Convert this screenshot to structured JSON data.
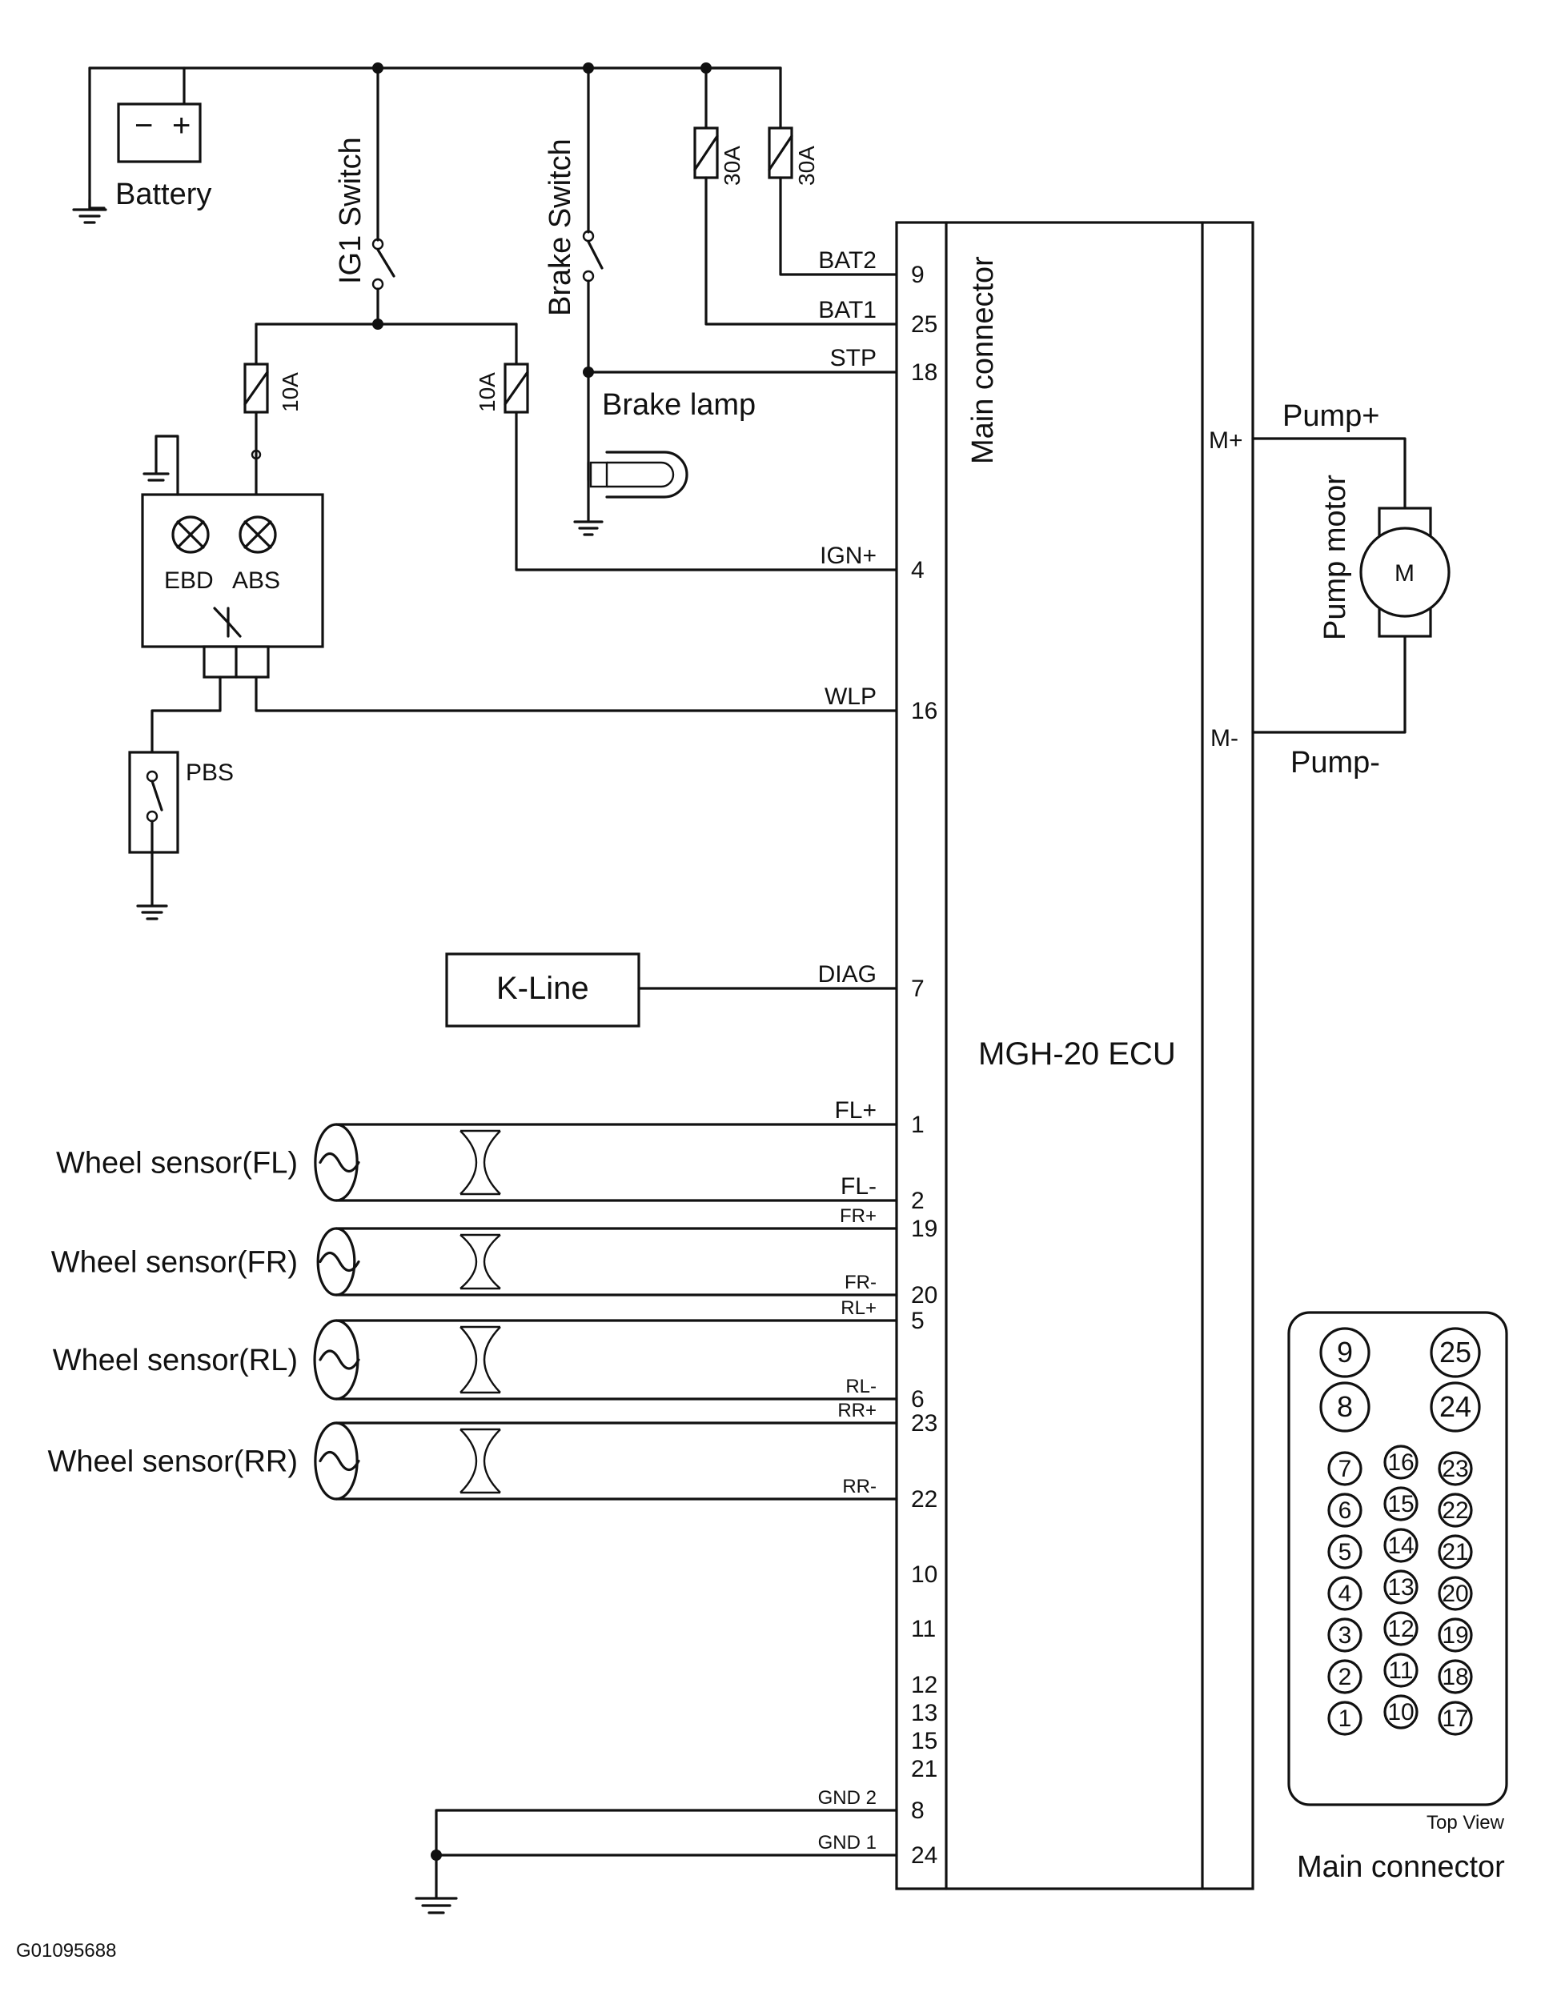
{
  "battery": {
    "label": "Battery",
    "minus": "−",
    "plus": "+"
  },
  "switches": {
    "ig1": "IG1 Switch",
    "brake": "Brake Switch"
  },
  "fuses": {
    "f1": "30A",
    "f2": "30A",
    "f3": "10A",
    "f4": "10A"
  },
  "brake_lamp": "Brake lamp",
  "cluster": {
    "ebd": "EBD",
    "abs": "ABS"
  },
  "pbs": "PBS",
  "kline": "K-Line",
  "ecu": {
    "title": "MGH-20  ECU",
    "connector_label": "Main connector",
    "m_plus": "M+",
    "m_minus": "M-"
  },
  "pump": {
    "plus": "Pump+",
    "minus": "Pump-",
    "motor_label": "Pump motor",
    "m": "M"
  },
  "signals": [
    {
      "name": "BAT2",
      "pin": "9"
    },
    {
      "name": "BAT1",
      "pin": "25"
    },
    {
      "name": "STP",
      "pin": "18"
    },
    {
      "name": "IGN+",
      "pin": "4"
    },
    {
      "name": "WLP",
      "pin": "16"
    },
    {
      "name": "DIAG",
      "pin": "7"
    },
    {
      "name": "FL+",
      "pin": "1"
    },
    {
      "name": "FL-",
      "pin": "2"
    },
    {
      "name": "FR+",
      "pin": "19"
    },
    {
      "name": "FR-",
      "pin": "20"
    },
    {
      "name": "RL+",
      "pin": "5"
    },
    {
      "name": "RL-",
      "pin": "6"
    },
    {
      "name": "RR+",
      "pin": "23"
    },
    {
      "name": "RR-",
      "pin": "22"
    },
    {
      "name": "",
      "pin": "10"
    },
    {
      "name": "",
      "pin": "11"
    },
    {
      "name": "",
      "pin": "12"
    },
    {
      "name": "",
      "pin": "13"
    },
    {
      "name": "",
      "pin": "15"
    },
    {
      "name": "",
      "pin": "21"
    },
    {
      "name": "GND 2",
      "pin": "8"
    },
    {
      "name": "GND 1",
      "pin": "24"
    }
  ],
  "wheel_sensors": [
    "Wheel sensor(FL)",
    "Wheel sensor(FR)",
    "Wheel sensor(RL)",
    "Wheel sensor(RR)"
  ],
  "connector_view": {
    "top_view": "Top View",
    "title": "Main connector",
    "pins": [
      "9",
      "25",
      "8",
      "24",
      "7",
      "16",
      "23",
      "6",
      "15",
      "22",
      "5",
      "14",
      "21",
      "4",
      "13",
      "20",
      "3",
      "12",
      "19",
      "2",
      "11",
      "18",
      "1",
      "10",
      "17"
    ]
  },
  "figure_id": "G01095688"
}
